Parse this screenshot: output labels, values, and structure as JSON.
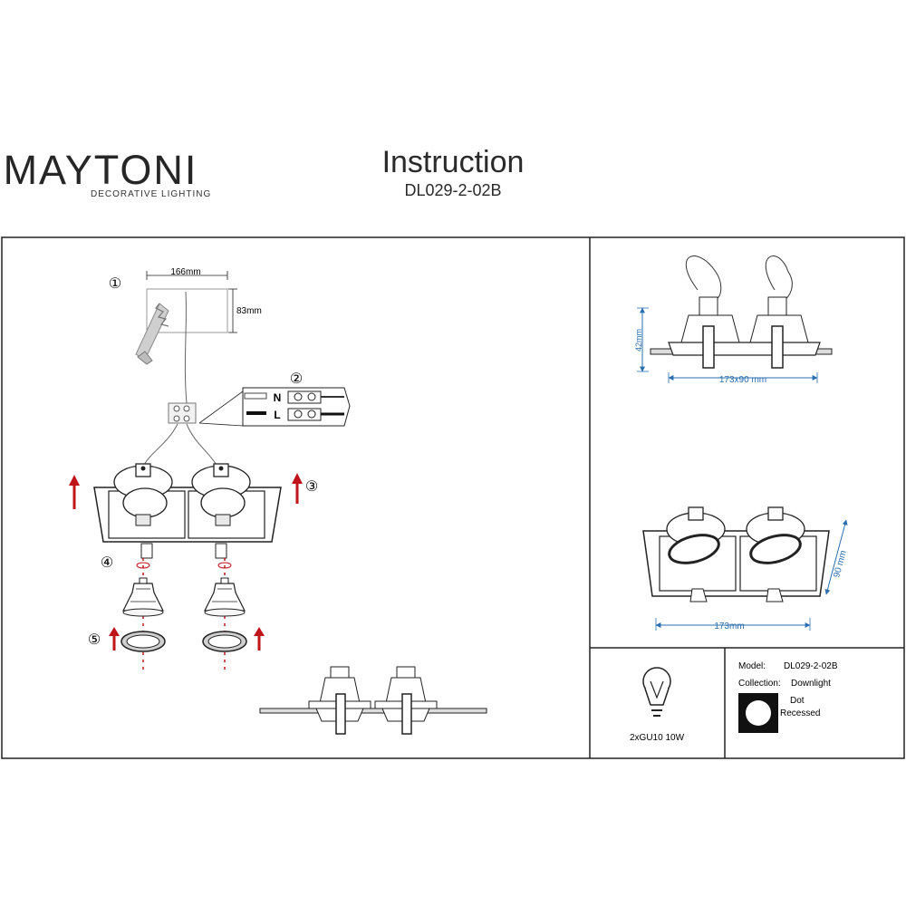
{
  "brand": {
    "name": "MAYTONI",
    "tagline": "DECORATIVE LIGHTING"
  },
  "header": {
    "title": "Instruction",
    "model": "DL029-2-02B"
  },
  "install": {
    "steps": [
      "①",
      "②",
      "③",
      "④",
      "⑤"
    ],
    "cutout_width": "166mm",
    "cutout_height": "83mm",
    "terminal_n": "N",
    "terminal_l": "L"
  },
  "dims": {
    "height": "42mm",
    "size_side": "173x90 mm",
    "width": "173mm",
    "depth": "90 mm"
  },
  "spec": {
    "lamp": "2xGU10 10W",
    "model_label": "Model:",
    "model_value": "DL029-2-02B",
    "collection_label": "Collection:",
    "collection_value": "Downlight",
    "type_1": "Dot",
    "type_2": "Recessed"
  },
  "colors": {
    "line": "#222222",
    "dim": "#2a6fb0",
    "arrow": "#c0141b",
    "accent": "#6b1d5c"
  }
}
